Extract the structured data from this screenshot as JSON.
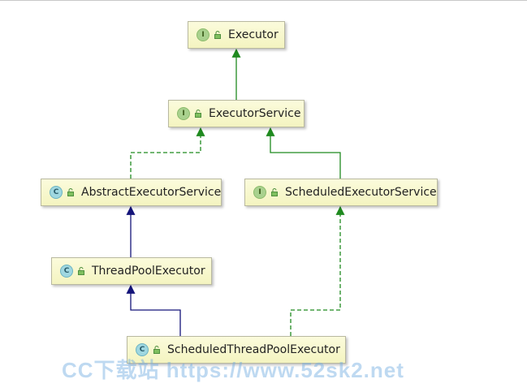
{
  "nodes": [
    {
      "id": "executor",
      "kind": "interface",
      "badge": "I",
      "label": "Executor"
    },
    {
      "id": "executor-service",
      "kind": "interface",
      "badge": "I",
      "label": "ExecutorService"
    },
    {
      "id": "abstract-executor-service",
      "kind": "class",
      "badge": "C",
      "label": "AbstractExecutorService"
    },
    {
      "id": "scheduled-executor-service",
      "kind": "interface",
      "badge": "I",
      "label": "ScheduledExecutorService"
    },
    {
      "id": "thread-pool-executor",
      "kind": "class",
      "badge": "C",
      "label": "ThreadPoolExecutor"
    },
    {
      "id": "scheduled-thread-pool-executor",
      "kind": "class",
      "badge": "C",
      "label": "ScheduledThreadPoolExecutor"
    }
  ],
  "edges": [
    {
      "from": "executor-service",
      "to": "executor",
      "type": "extends-interface"
    },
    {
      "from": "abstract-executor-service",
      "to": "executor-service",
      "type": "implements"
    },
    {
      "from": "scheduled-executor-service",
      "to": "executor-service",
      "type": "extends-interface"
    },
    {
      "from": "thread-pool-executor",
      "to": "abstract-executor-service",
      "type": "extends-class"
    },
    {
      "from": "scheduled-thread-pool-executor",
      "to": "thread-pool-executor",
      "type": "extends-class"
    },
    {
      "from": "scheduled-thread-pool-executor",
      "to": "scheduled-executor-service",
      "type": "implements"
    }
  ],
  "colors": {
    "interface_arrow": "#1f8a1f",
    "class_arrow": "#14147a",
    "node_fill": "#f7f7c9",
    "watermark": "#6eaae1"
  },
  "watermark": {
    "text": "CC下载站 https://www.52sk2.net"
  }
}
